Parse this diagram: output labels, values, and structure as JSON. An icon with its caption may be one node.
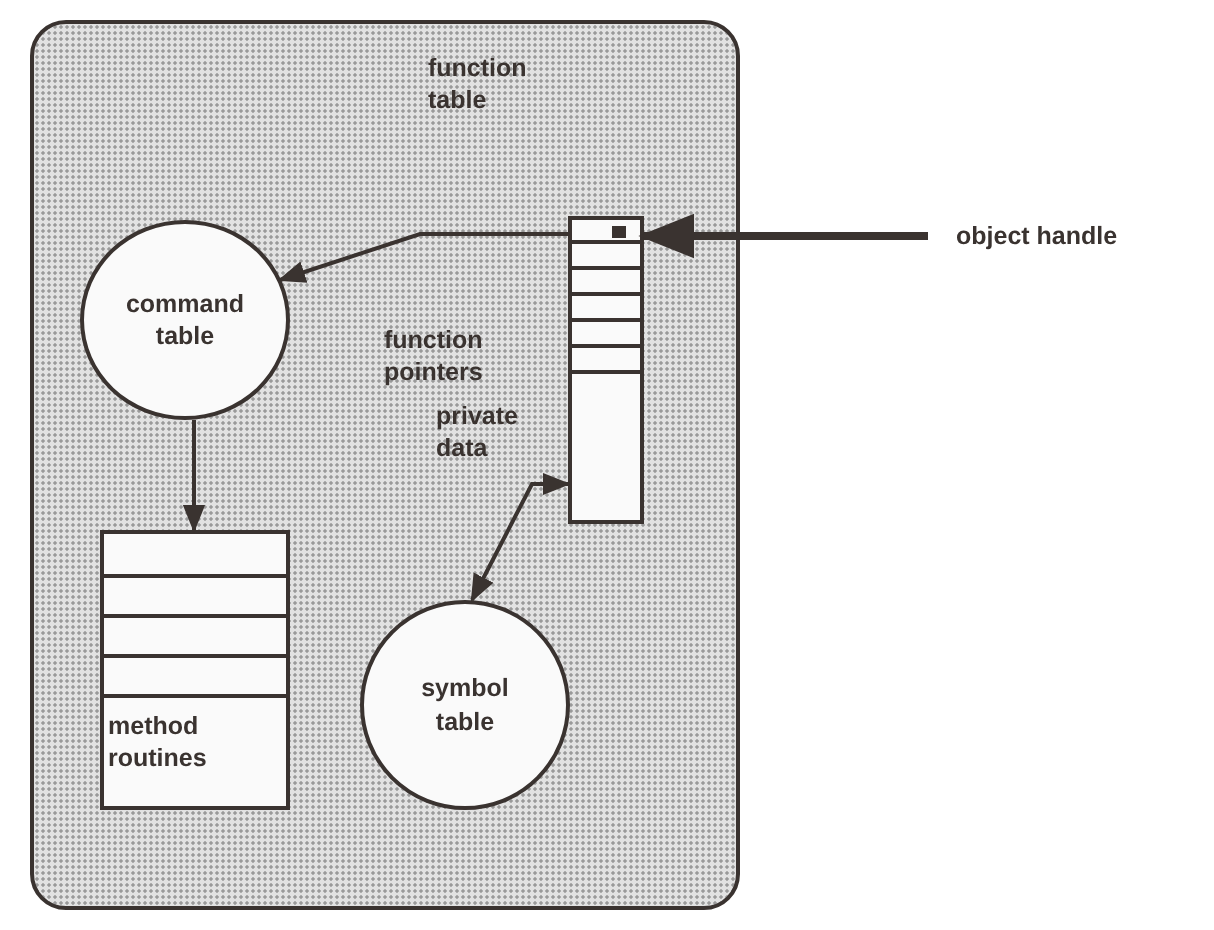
{
  "diagram": {
    "nodes": [
      {
        "text": [],
        "shape": "box"
      },
      {
        "text": [
          "function table"
        ],
        "in": 0,
        "beside": [
          "function pointers",
          "private data"
        ]
      },
      {
        "text": [
          "command table"
        ],
        "in": 0
      },
      {
        "text": [
          "method routines"
        ],
        "in": 0
      },
      {
        "text": [
          "symbol table"
        ],
        "in": 0
      },
      {
        "text": [
          "object handle"
        ]
      }
    ],
    "edges": [
      {
        "from": 5,
        "to": 1,
        "arrow": "to",
        "style": "thick"
      },
      {
        "from": 1,
        "to": 2,
        "arrow": "to"
      },
      {
        "from": 2,
        "to": 3,
        "arrow": "to"
      },
      {
        "from": 1,
        "to": 4,
        "arrow": "both"
      }
    ]
  }
}
